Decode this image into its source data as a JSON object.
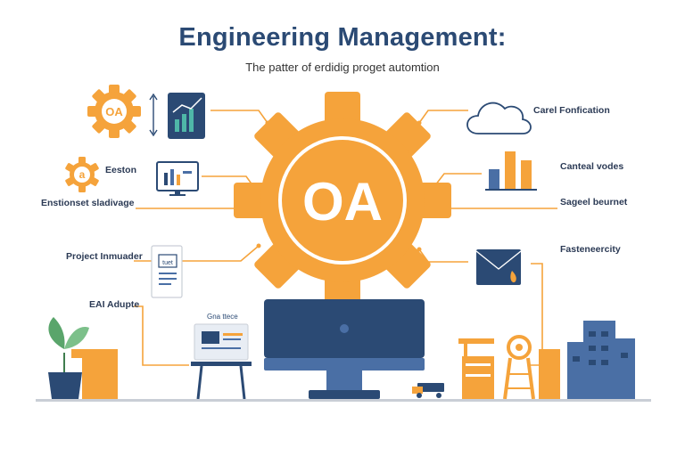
{
  "header": {
    "title": "Engineering Management:",
    "subtitle": "The patter of erdidig proget automtion"
  },
  "hub": {
    "label": "OA",
    "color": "#f5a33b"
  },
  "left_nodes": [
    {
      "label": "OA",
      "desc": ""
    },
    {
      "label": "Eeston",
      "desc": ""
    },
    {
      "label": "Enstionset sladivage",
      "desc": ""
    },
    {
      "label": "Project Inmuader",
      "desc": ""
    },
    {
      "label": "EAI Adupte",
      "desc": ""
    }
  ],
  "right_nodes": [
    {
      "label": "Carel Fonfication",
      "desc": ""
    },
    {
      "label": "Canteal vodes",
      "desc": ""
    },
    {
      "label": "Sageel beurnet",
      "desc": ""
    },
    {
      "label": "Fasteneercity",
      "desc": ""
    }
  ],
  "doc_card": {
    "label": "tuet"
  },
  "whiteboard": {
    "label": "Gna ttece"
  },
  "colors": {
    "primary": "#2b4a74",
    "accent": "#f5a33b",
    "blue": "#4a6fa5",
    "line": "#c9ced6"
  }
}
